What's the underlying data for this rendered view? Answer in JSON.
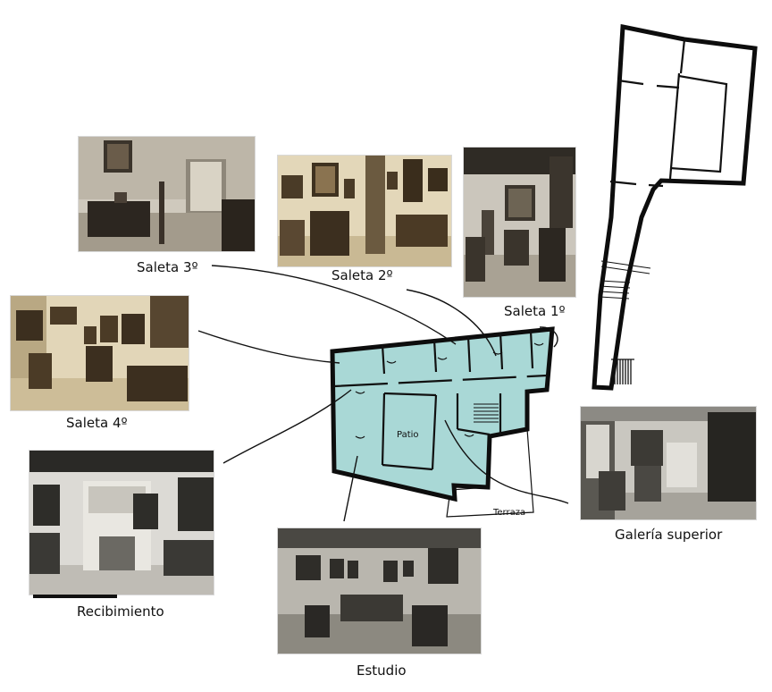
{
  "rooms": [
    {
      "key": "saleta3",
      "label": "Saleta 3º"
    },
    {
      "key": "saleta2",
      "label": "Saleta 2º"
    },
    {
      "key": "saleta1",
      "label": "Saleta 1º"
    },
    {
      "key": "saleta4",
      "label": "Saleta 4º"
    },
    {
      "key": "recibimiento",
      "label": "Recibimiento"
    },
    {
      "key": "estudio",
      "label": "Estudio"
    },
    {
      "key": "galeria",
      "label": "Galería superior"
    }
  ],
  "plan": {
    "patio_label": "Patio",
    "terrace_label": "Terraza",
    "fill_color": "#a9d8d6"
  },
  "photo_tones": {
    "sepia_light": "#e8dcc0",
    "sepia_dark": "#5b4a36",
    "gray_light": "#d9d6cf",
    "gray_dark": "#3a3834"
  }
}
